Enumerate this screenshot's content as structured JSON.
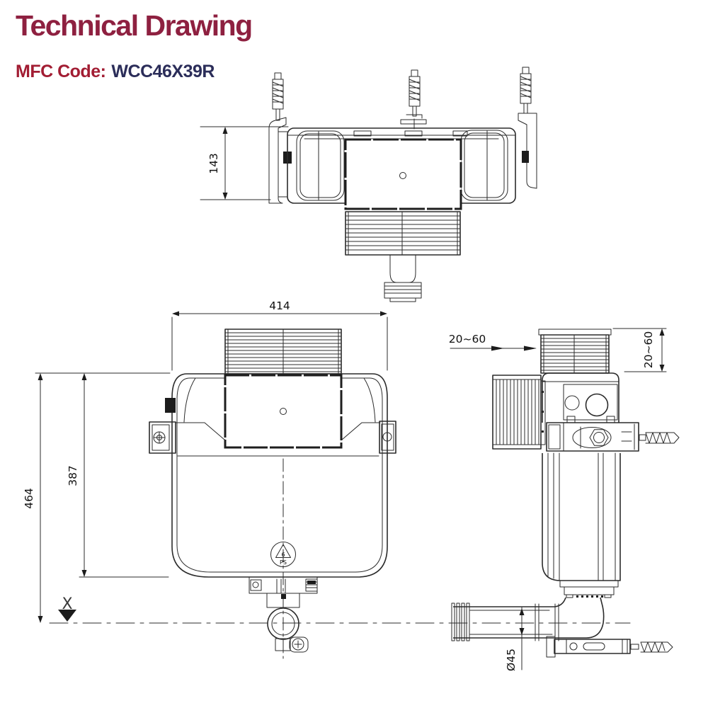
{
  "header": {
    "title": "Technical Drawing",
    "mfc_label": "MFC Code:",
    "mfc_code": "WCC46X39R"
  },
  "colors": {
    "title_maroon": "#8E2040",
    "label_red": "#A21D33",
    "code_navy": "#2B2D59",
    "line": "#2B2B2B"
  },
  "views": {
    "top": {
      "dim_height": "143"
    },
    "front": {
      "dim_width": "414",
      "dim_tank_height": "387",
      "dim_overall_height": "464",
      "floor_mark": "X",
      "recycle_number": "6",
      "recycle_material": "PS"
    },
    "side": {
      "dim_wall_depth_front": "20~60",
      "dim_wall_depth_top": "20~60",
      "dim_pipe_diameter": "Ø45"
    }
  }
}
